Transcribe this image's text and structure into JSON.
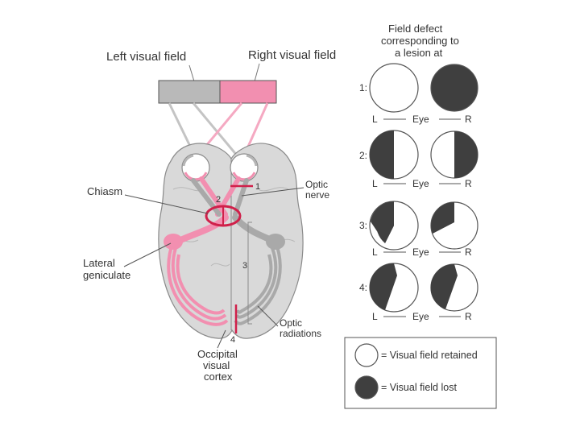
{
  "colors": {
    "pink": "#f28fb0",
    "pink_light": "#f7c2d4",
    "red_lesion": "#d0204a",
    "gray_field": "#b9b9b9",
    "gray_brain": "#d9d9d9",
    "gray_path": "#a9a9a9",
    "dark": "#3f3f3f",
    "text": "#333333"
  },
  "header": {
    "left_field": "Left visual field",
    "right_field": "Right visual field"
  },
  "brain_labels": {
    "chiasm": "Chiasm",
    "optic_nerve_1": "Optic",
    "optic_nerve_2": "nerve",
    "lateral_1": "Lateral",
    "lateral_2": "geniculate",
    "optic_rad_1": "Optic",
    "optic_rad_2": "radiations",
    "occipital_1": "Occipital",
    "occipital_2": "visual",
    "occipital_3": "cortex"
  },
  "lesion_markers": [
    "1",
    "2",
    "3",
    "4"
  ],
  "defects": {
    "title_lines": [
      "Field defect",
      "corresponding to",
      "a lesion at"
    ],
    "rows": [
      {
        "num": "1:",
        "left": "L",
        "eye": "Eye",
        "right": "R",
        "left_icon": "circle-retained-icon",
        "right_icon": "circle-lost-icon"
      },
      {
        "num": "2:",
        "left": "L",
        "eye": "Eye",
        "right": "R",
        "left_icon": "circle-right-half-lost-icon",
        "right_icon": "circle-right-half-lost-icon"
      },
      {
        "num": "3:",
        "left": "L",
        "eye": "Eye",
        "right": "R",
        "left_icon": "circle-upper-quadrant-lost-icon",
        "right_icon": "circle-upper-quadrant-lost-icon"
      },
      {
        "num": "4:",
        "left": "L",
        "eye": "Eye",
        "right": "R",
        "left_icon": "circle-right-half-lost-icon",
        "right_icon": "circle-right-half-lost-icon"
      }
    ]
  },
  "legend": {
    "retained": "= Visual field retained",
    "lost": "= Visual field lost"
  }
}
